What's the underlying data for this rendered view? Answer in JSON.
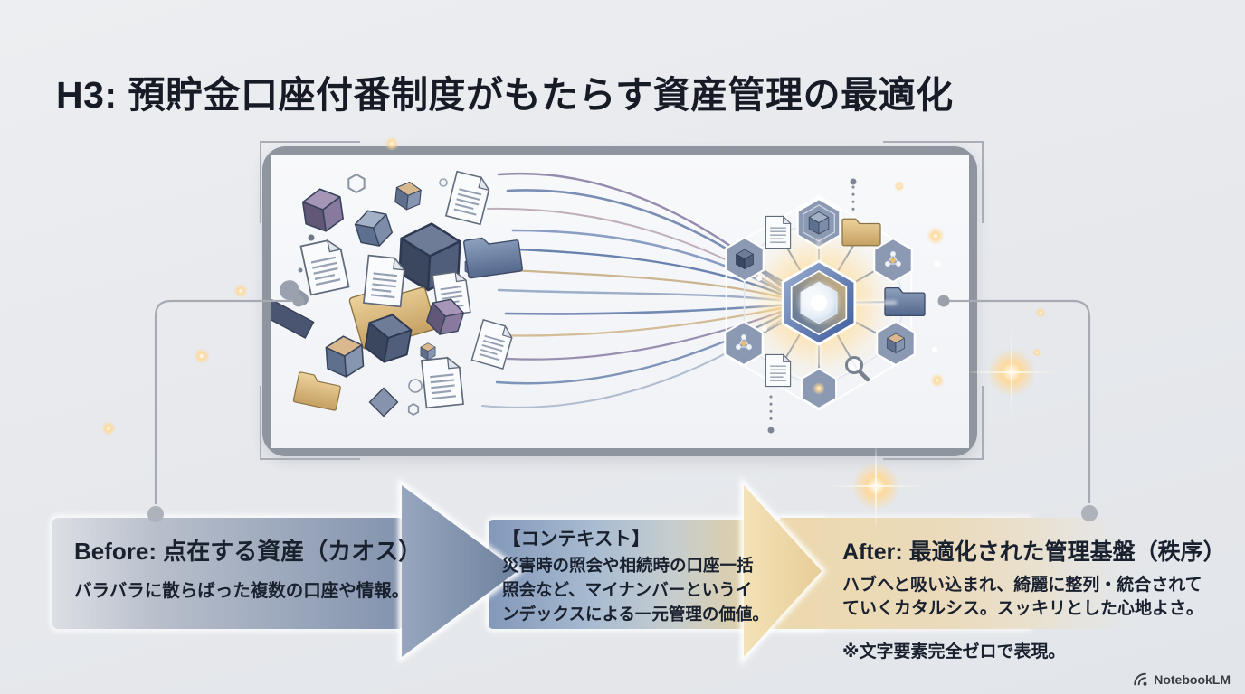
{
  "title": "H3: 預貯金口座付番制度がもたらす資産管理の最適化",
  "flow": {
    "before": {
      "heading": "Before: 点在する資産（カオス）",
      "description": "バラバラに散らばった複数の口座や情報。"
    },
    "context": {
      "heading": "【コンテキスト】",
      "body": "災害時の照会や相続時の口座一括\n照会など、マイナンバーというイ\nンデックスによる一元管理の価値。"
    },
    "after": {
      "heading": "After: 最適化された管理基盤（秩序）",
      "description": "ハブへと吸い込まれ、綺麗に整列・統合されて\nていくカタルシス。スッキリとした心地よさ。",
      "note": "※文字要素完全ゼロで表現。"
    }
  },
  "footer": {
    "brand": "NotebookLM"
  },
  "colors": {
    "text": "#1a212e",
    "frame_border": "#8e959e",
    "chaos_band": "#8393ae",
    "chaos_arrowhead": "#7d90ac",
    "order_band": "#ecd9ae",
    "order_arrowhead": "#eed9a8",
    "glow_gold": "#ffd98f",
    "hub_blue": "#3a5a9b"
  }
}
